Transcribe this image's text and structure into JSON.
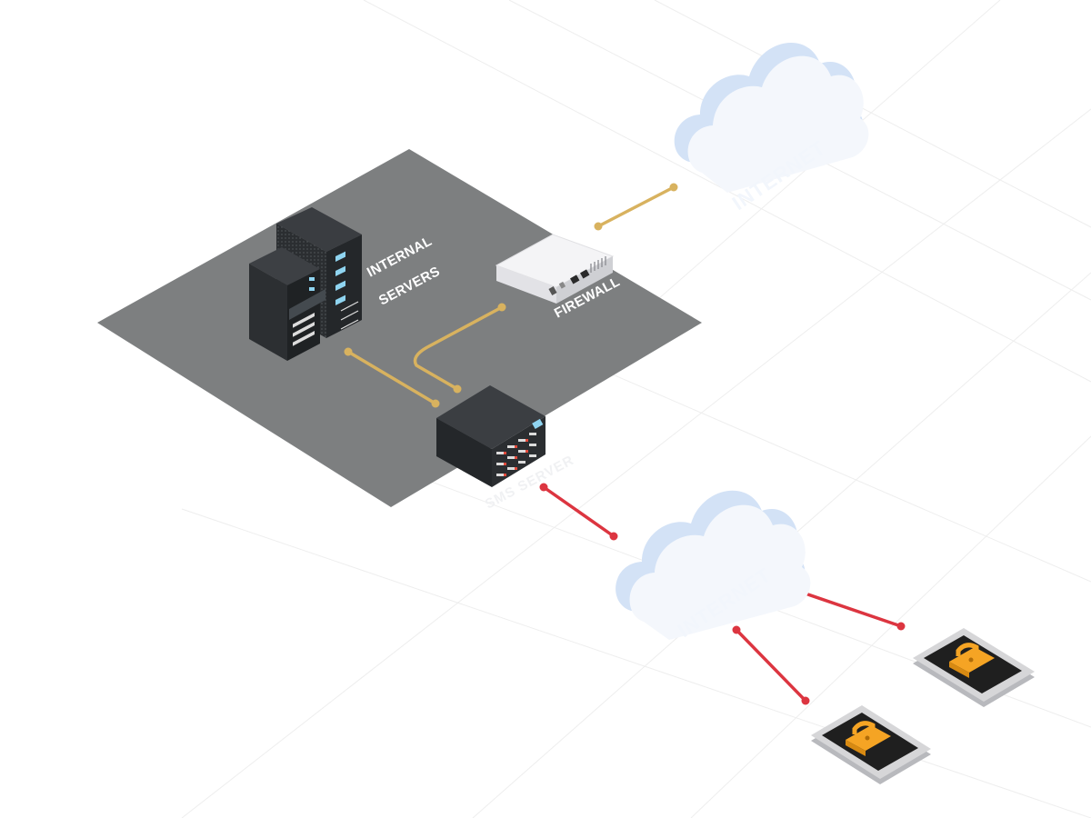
{
  "diagram": {
    "labels": {
      "internal_servers_line1": "INTERNAL",
      "internal_servers_line2": "SERVERS",
      "firewall": "FIREWALL",
      "sms_server": "SMS SERVER",
      "internet_top": "INTERNET",
      "internet_bottom": "INTERNET"
    },
    "colors": {
      "zone": "#7d7f80",
      "internal_link": "#d8b25f",
      "external_link": "#dc3540",
      "cloud": "#f4f7fc",
      "cloud_shade": "#d3e2f6",
      "lock": "#f5a424",
      "server_body": "#2b2e31",
      "firewall_body": "#f4f4f6",
      "phone_frame": "#d6d6d8",
      "phone_screen": "#1f1f1f"
    },
    "icons": [
      "server-rack-icon",
      "firewall-appliance-icon",
      "sms-server-icon",
      "cloud-icon",
      "smartphone-icon",
      "padlock-icon"
    ]
  }
}
